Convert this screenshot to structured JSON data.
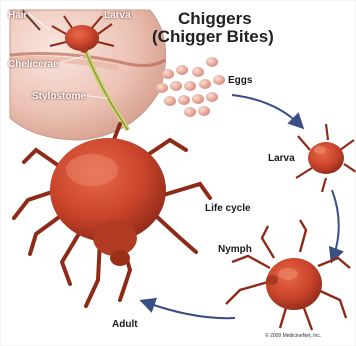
{
  "title": "Chiggers",
  "subtitle": "(Chigger Bites)",
  "inset_labels": {
    "hair": "Hair",
    "larva": "Larva",
    "chelicerae": "Chelicerae",
    "stylostome": "Stylostome"
  },
  "stage_labels": {
    "eggs": "Eggs",
    "larva": "Larva",
    "nymph": "Nymph",
    "adult": "Adult",
    "cycle": "Life cycle"
  },
  "copyright": "© 2009 MedicineNet, Inc.",
  "colors": {
    "body": "#c8432a",
    "body_dark": "#8e2a18",
    "skin": "#d99a8a",
    "arrow": "#3a4f86",
    "inset_bg": "#f1d2c8"
  }
}
